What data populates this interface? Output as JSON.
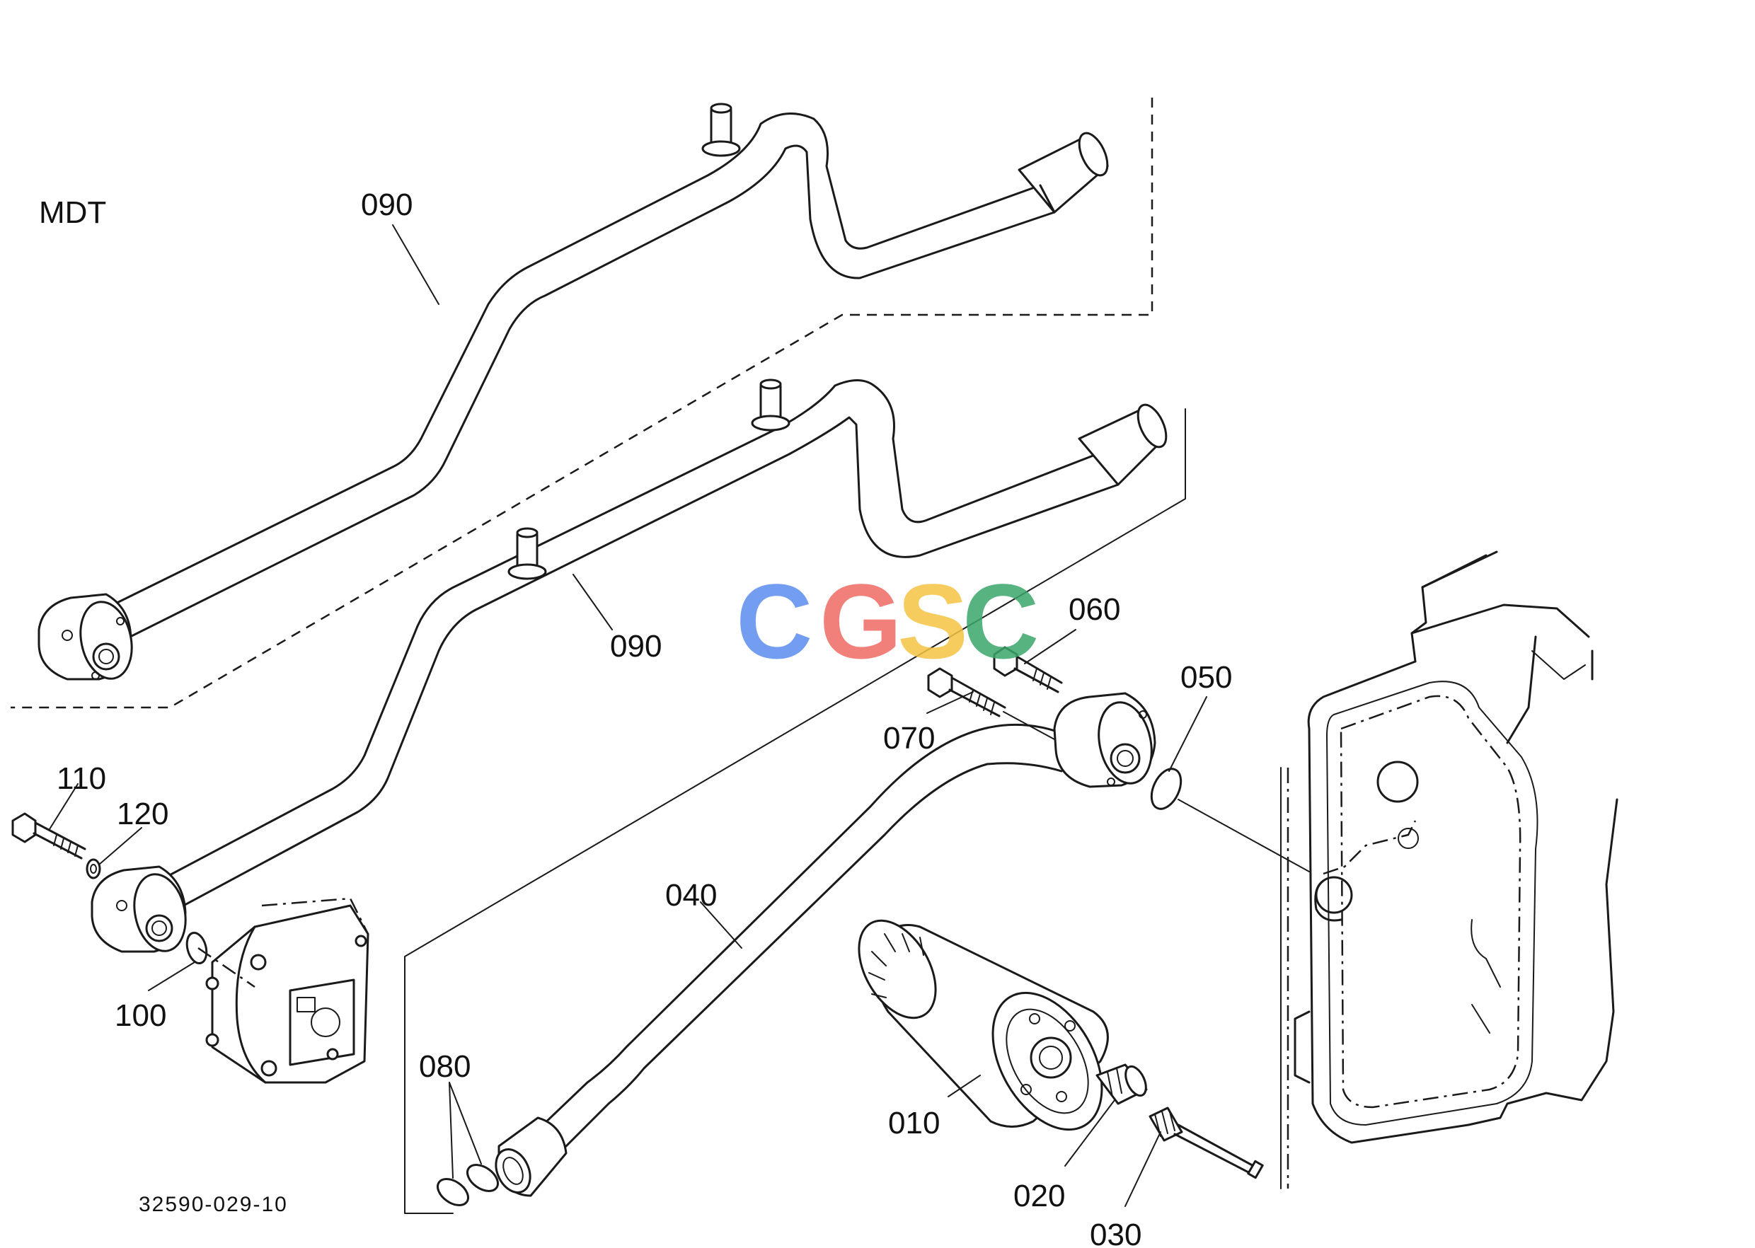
{
  "title": "MDT",
  "drawing_number": "32590-029-10",
  "watermark": {
    "letters": [
      "C",
      "G",
      "S",
      "C"
    ],
    "colors": [
      "#5b8def",
      "#ef6b63",
      "#f5c444",
      "#3aa66a"
    ]
  },
  "parts": [
    {
      "id": "010",
      "label": "010"
    },
    {
      "id": "020",
      "label": "020"
    },
    {
      "id": "030",
      "label": "030"
    },
    {
      "id": "040",
      "label": "040"
    },
    {
      "id": "050",
      "label": "050"
    },
    {
      "id": "060",
      "label": "060"
    },
    {
      "id": "070",
      "label": "070"
    },
    {
      "id": "080",
      "label": "080"
    },
    {
      "id": "090a",
      "label": "090"
    },
    {
      "id": "090b",
      "label": "090"
    },
    {
      "id": "100",
      "label": "100"
    },
    {
      "id": "110",
      "label": "110"
    },
    {
      "id": "120",
      "label": "120"
    }
  ]
}
